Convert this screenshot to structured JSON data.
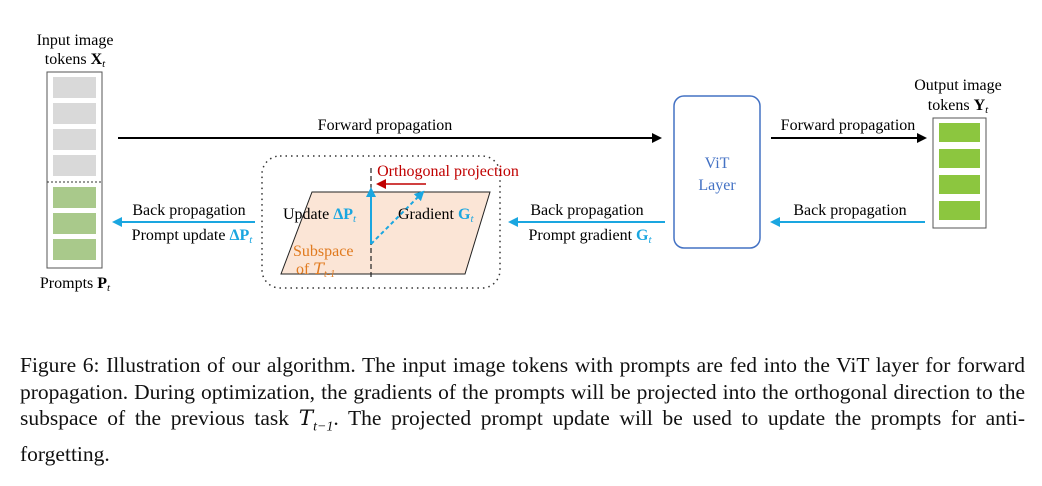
{
  "figure": {
    "input": {
      "line1": "Input image",
      "line2": "tokens ",
      "symbol": "X",
      "sub": "t"
    },
    "prompts": {
      "label": "Prompts ",
      "symbol": "P",
      "sub": "t"
    },
    "output": {
      "line1": "Output image",
      "line2": "tokens ",
      "symbol": "Y",
      "sub": "t"
    },
    "forward_left": "Forward propagation",
    "forward_right": "Forward propagation",
    "vit": {
      "line1": "ViT",
      "line2": "Layer"
    },
    "back_right": "Back propagation",
    "back_mid": "Back propagation",
    "prompt_gradient": {
      "text": "Prompt gradient ",
      "symbol": "G",
      "sub": "t"
    },
    "back_left": "Back propagation",
    "prompt_update": {
      "text": "Prompt update ",
      "symbol": "ΔP",
      "sub": "t"
    },
    "orthogonal": "Orthogonal projection",
    "update": {
      "text": "Update ",
      "symbol": "ΔP",
      "sub": "t"
    },
    "gradient": {
      "text": "Gradient ",
      "symbol": "G",
      "sub": "t"
    },
    "subspace": {
      "line1": "Subspace",
      "line2": "of ",
      "symbol": "T",
      "sub": "t-1"
    }
  },
  "caption": {
    "label": "Figure 6:",
    "text": "Illustration of our algorithm. The input image tokens with prompts are fed into the ViT layer for forward propagation. During optimization, the gradients of the prompts will be projected into the orthogonal direction to the subspace of the previous task",
    "symbol": "T",
    "sub": "t−1",
    "text2": ". The projected prompt update will be used to update the prompts for anti-forgetting."
  },
  "colors": {
    "blue_arrow": "#1aa6e0",
    "red_arrow": "#c00000",
    "orange_text": "#e07a1f",
    "subspace_fill": "#fbe5d6",
    "token_grey": "#d9d9d9",
    "token_green": "#a9c98b",
    "output_green": "#8cc63f",
    "vit_border": "#4472c4"
  }
}
